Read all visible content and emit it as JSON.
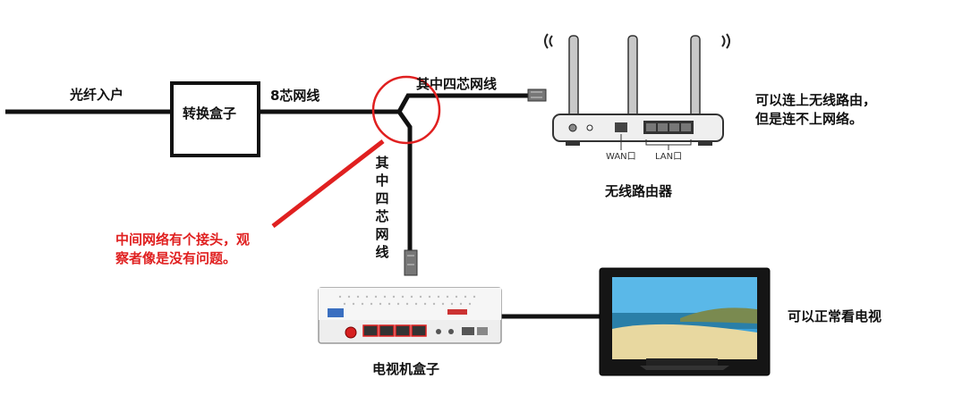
{
  "labels": {
    "fiber_in": "光纤入户",
    "converter_box": "转换盒子",
    "eight_core_cable": "8芯网线",
    "four_core_top": "其中四芯网线",
    "four_core_vertical": "其中四芯网线",
    "router_note_line1": "可以连上无线路由，",
    "router_note_line2": "但是连不上网络。",
    "router_name": "无线路由器",
    "router_wan_port": "WAN口",
    "router_lan_port": "LAN口",
    "junction_note_line1": "中间网络有个接头，观",
    "junction_note_line2": "察者像是没有问题。",
    "tv_box_name": "电视机盒子",
    "tv_note": "可以正常看电视"
  },
  "colors": {
    "line": "#111111",
    "highlight": "#e02020",
    "router_body": "#f2f2f2",
    "tv_screen_sky": "#3aa0d8",
    "tv_screen_sea": "#2a7fa8",
    "tv_screen_sand": "#e8d8a0"
  }
}
